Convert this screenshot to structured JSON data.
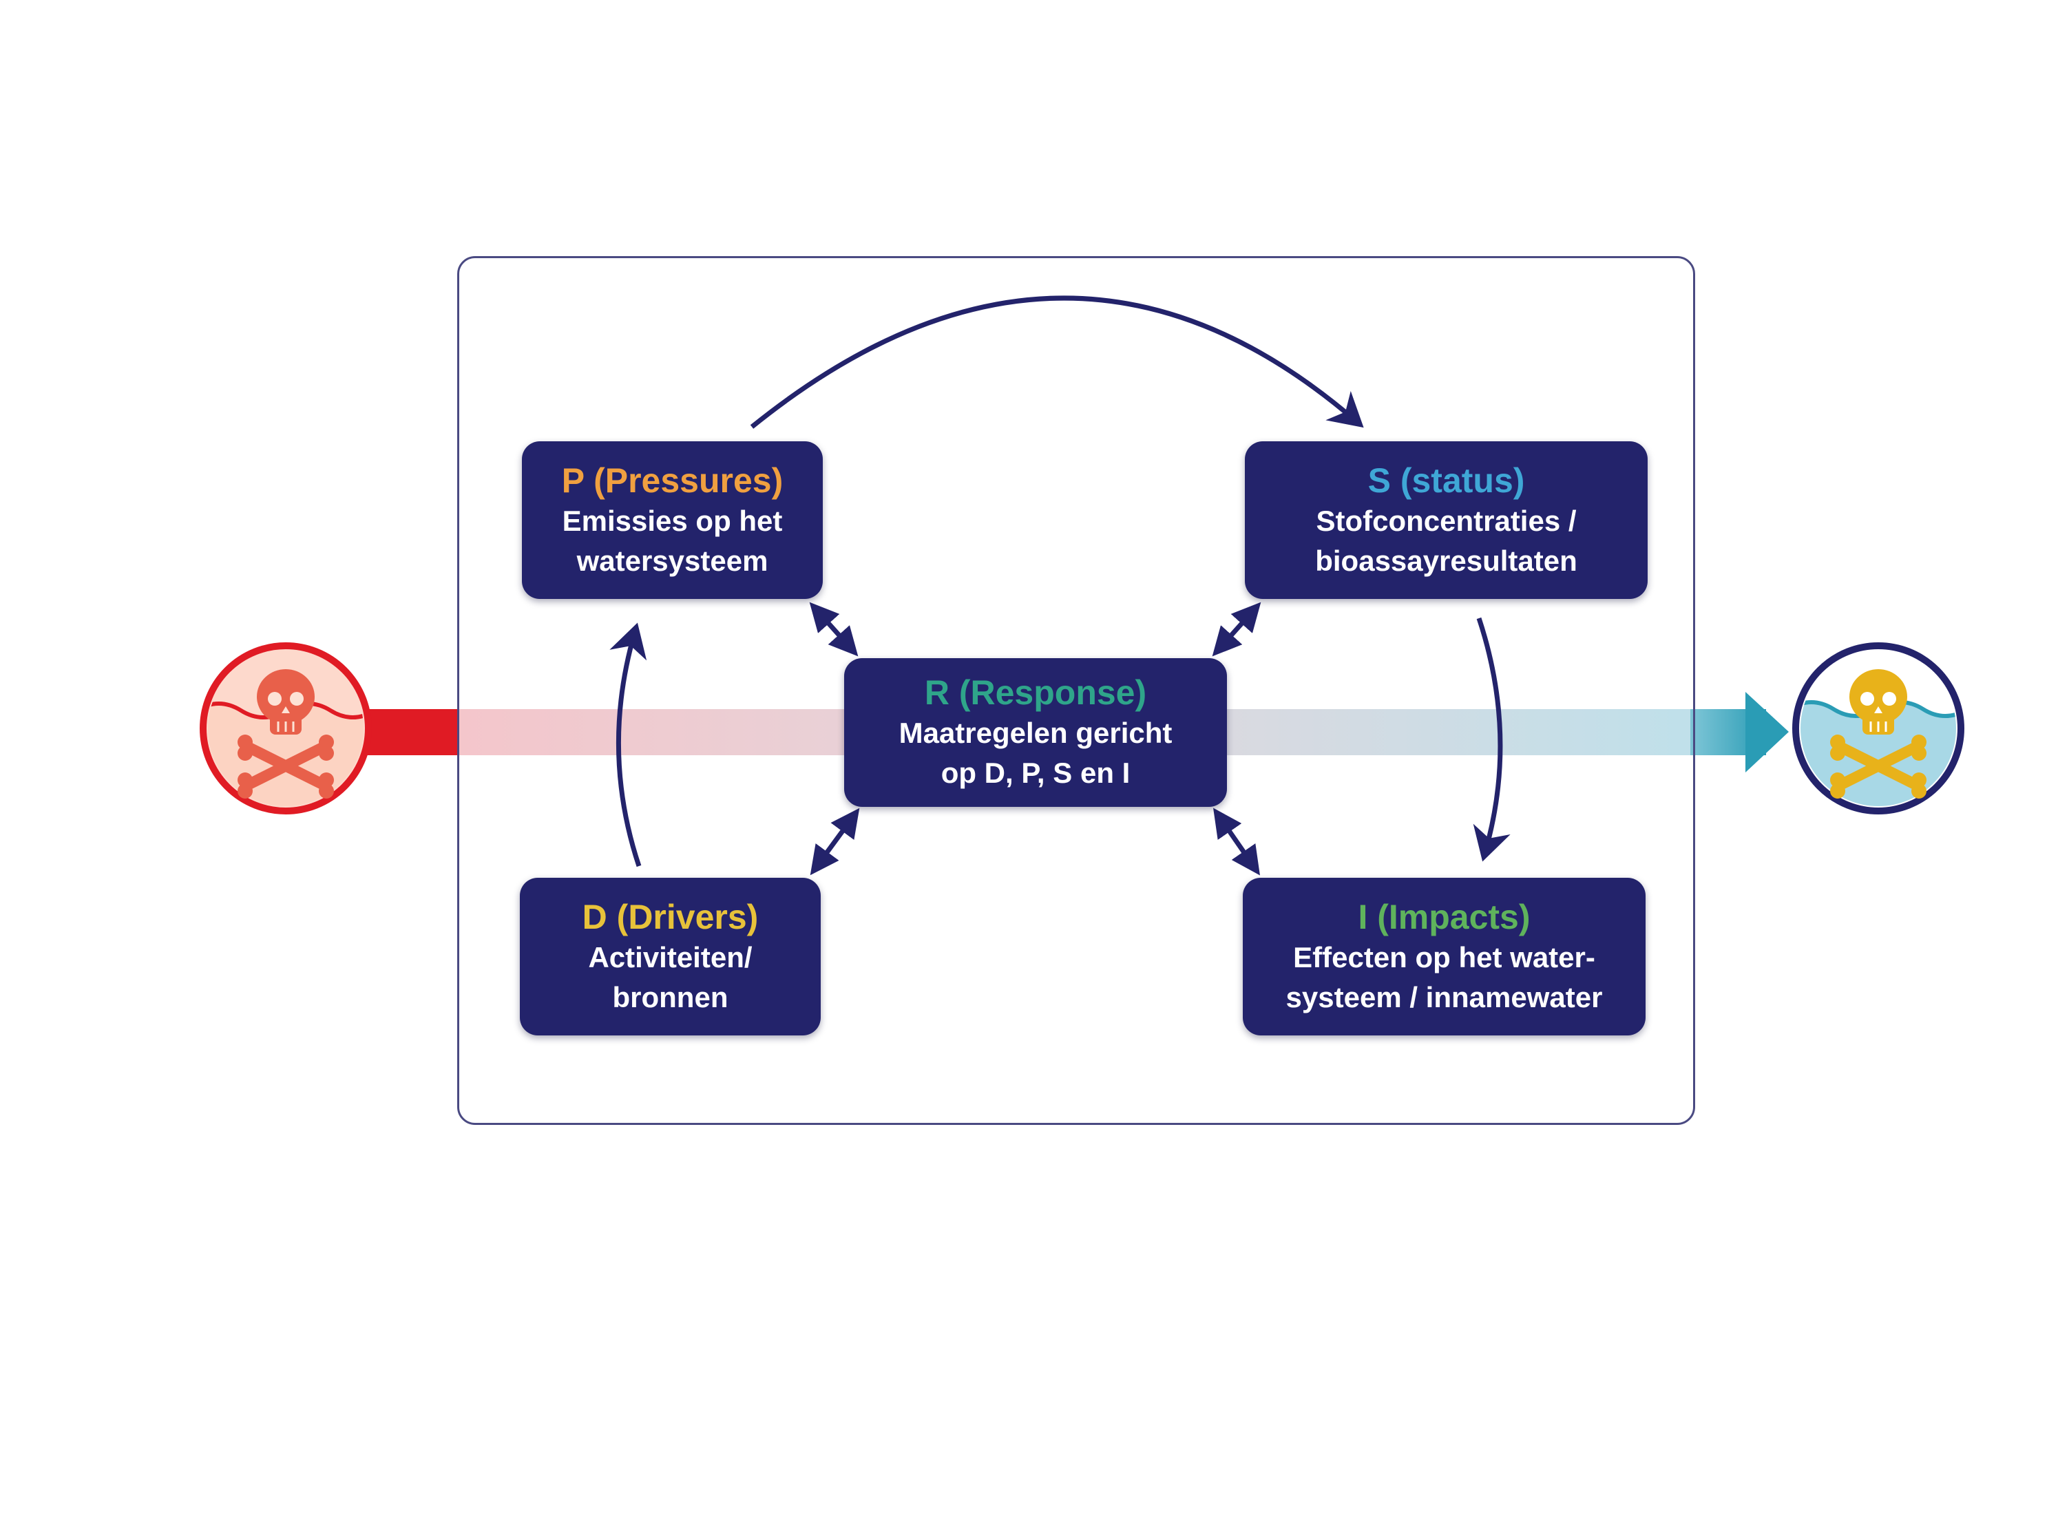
{
  "colors": {
    "box_fill": "#23236b",
    "arrow": "#23236b",
    "frame": "#4a4a82",
    "pressures": "#f0a040",
    "status": "#3fa7d6",
    "response": "#2fa58a",
    "drivers": "#e8c23a",
    "impacts": "#5fb35c",
    "inflow_red": "#e01b24",
    "outflow_teal": "#2a9cb5",
    "skull_red": "#e8604a",
    "skull_yellow": "#e8b21a"
  },
  "icons": {
    "left": "polluted-water-skull-icon",
    "right": "treated-water-skull-icon"
  },
  "boxes": {
    "pressures": {
      "title": "P (Pressures)",
      "line1": "Emissies op het",
      "line2": "watersysteem"
    },
    "status": {
      "title": "S (status)",
      "line1": "Stofconcentraties /",
      "line2": "bioassayresultaten"
    },
    "response": {
      "title": "R (Response)",
      "line1": "Maatregelen gericht",
      "line2": "op D, P, S en I"
    },
    "drivers": {
      "title": "D (Drivers)",
      "line1": "Activiteiten/",
      "line2": "bronnen"
    },
    "impacts": {
      "title": "I (Impacts)",
      "line1": "Effecten op het water-",
      "line2": "systeem / innamewater"
    }
  }
}
